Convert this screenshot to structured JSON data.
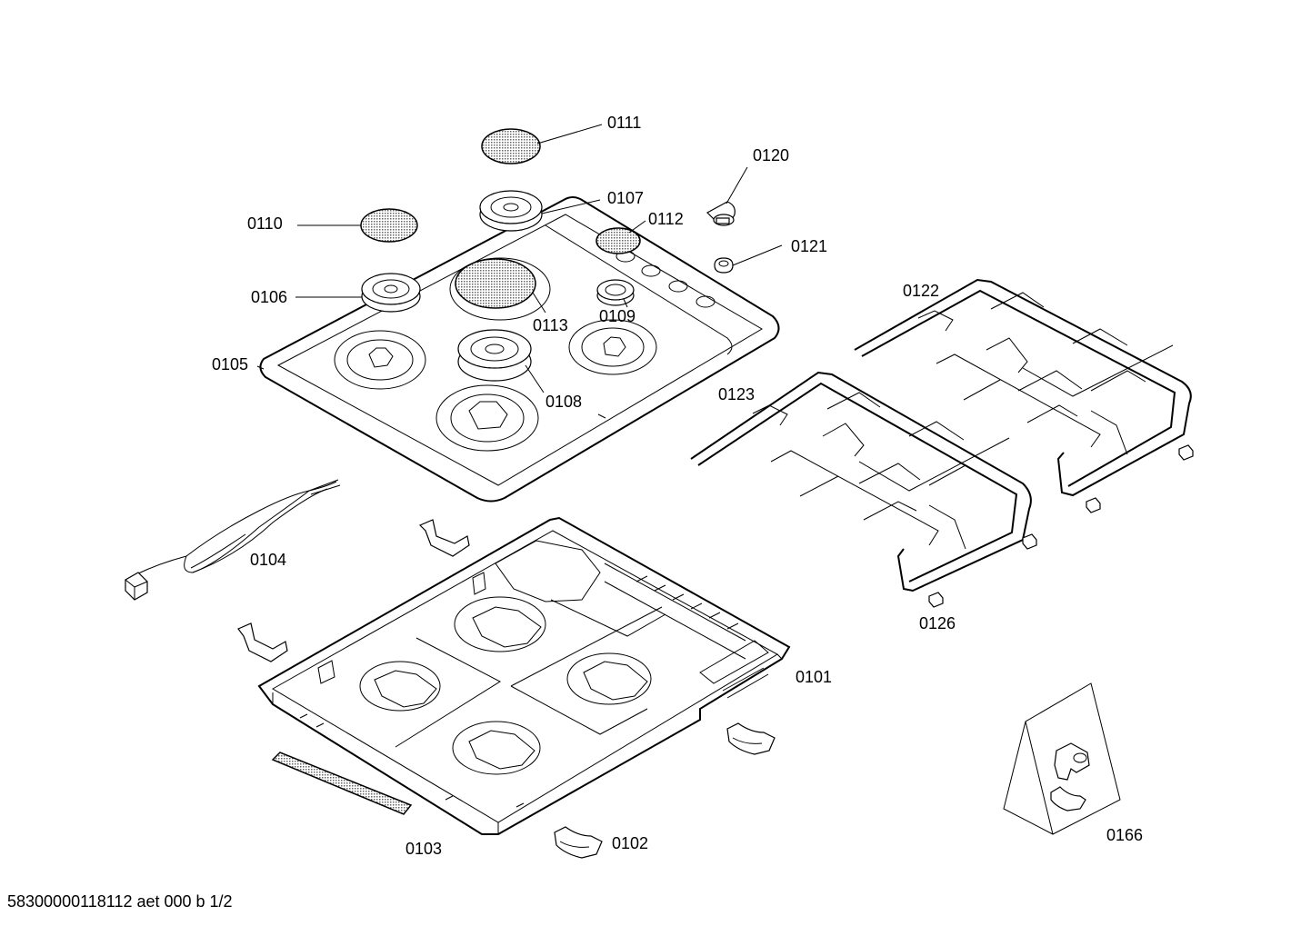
{
  "diagram": {
    "parts": [
      {
        "id": "0111",
        "label": "0111"
      },
      {
        "id": "0120",
        "label": "0120"
      },
      {
        "id": "0107",
        "label": "0107"
      },
      {
        "id": "0110",
        "label": "0110"
      },
      {
        "id": "0112",
        "label": "0112"
      },
      {
        "id": "0121",
        "label": "0121"
      },
      {
        "id": "0106",
        "label": "0106"
      },
      {
        "id": "0113",
        "label": "0113"
      },
      {
        "id": "0109",
        "label": "0109"
      },
      {
        "id": "0122",
        "label": "0122"
      },
      {
        "id": "0105",
        "label": "0105"
      },
      {
        "id": "0108",
        "label": "0108"
      },
      {
        "id": "0123",
        "label": "0123"
      },
      {
        "id": "0104",
        "label": "0104"
      },
      {
        "id": "0126",
        "label": "0126"
      },
      {
        "id": "0101",
        "label": "0101"
      },
      {
        "id": "0166",
        "label": "0166"
      },
      {
        "id": "0103",
        "label": "0103"
      },
      {
        "id": "0102",
        "label": "0102"
      }
    ],
    "footer": "58300000118112 aet 000 b 1/2"
  }
}
